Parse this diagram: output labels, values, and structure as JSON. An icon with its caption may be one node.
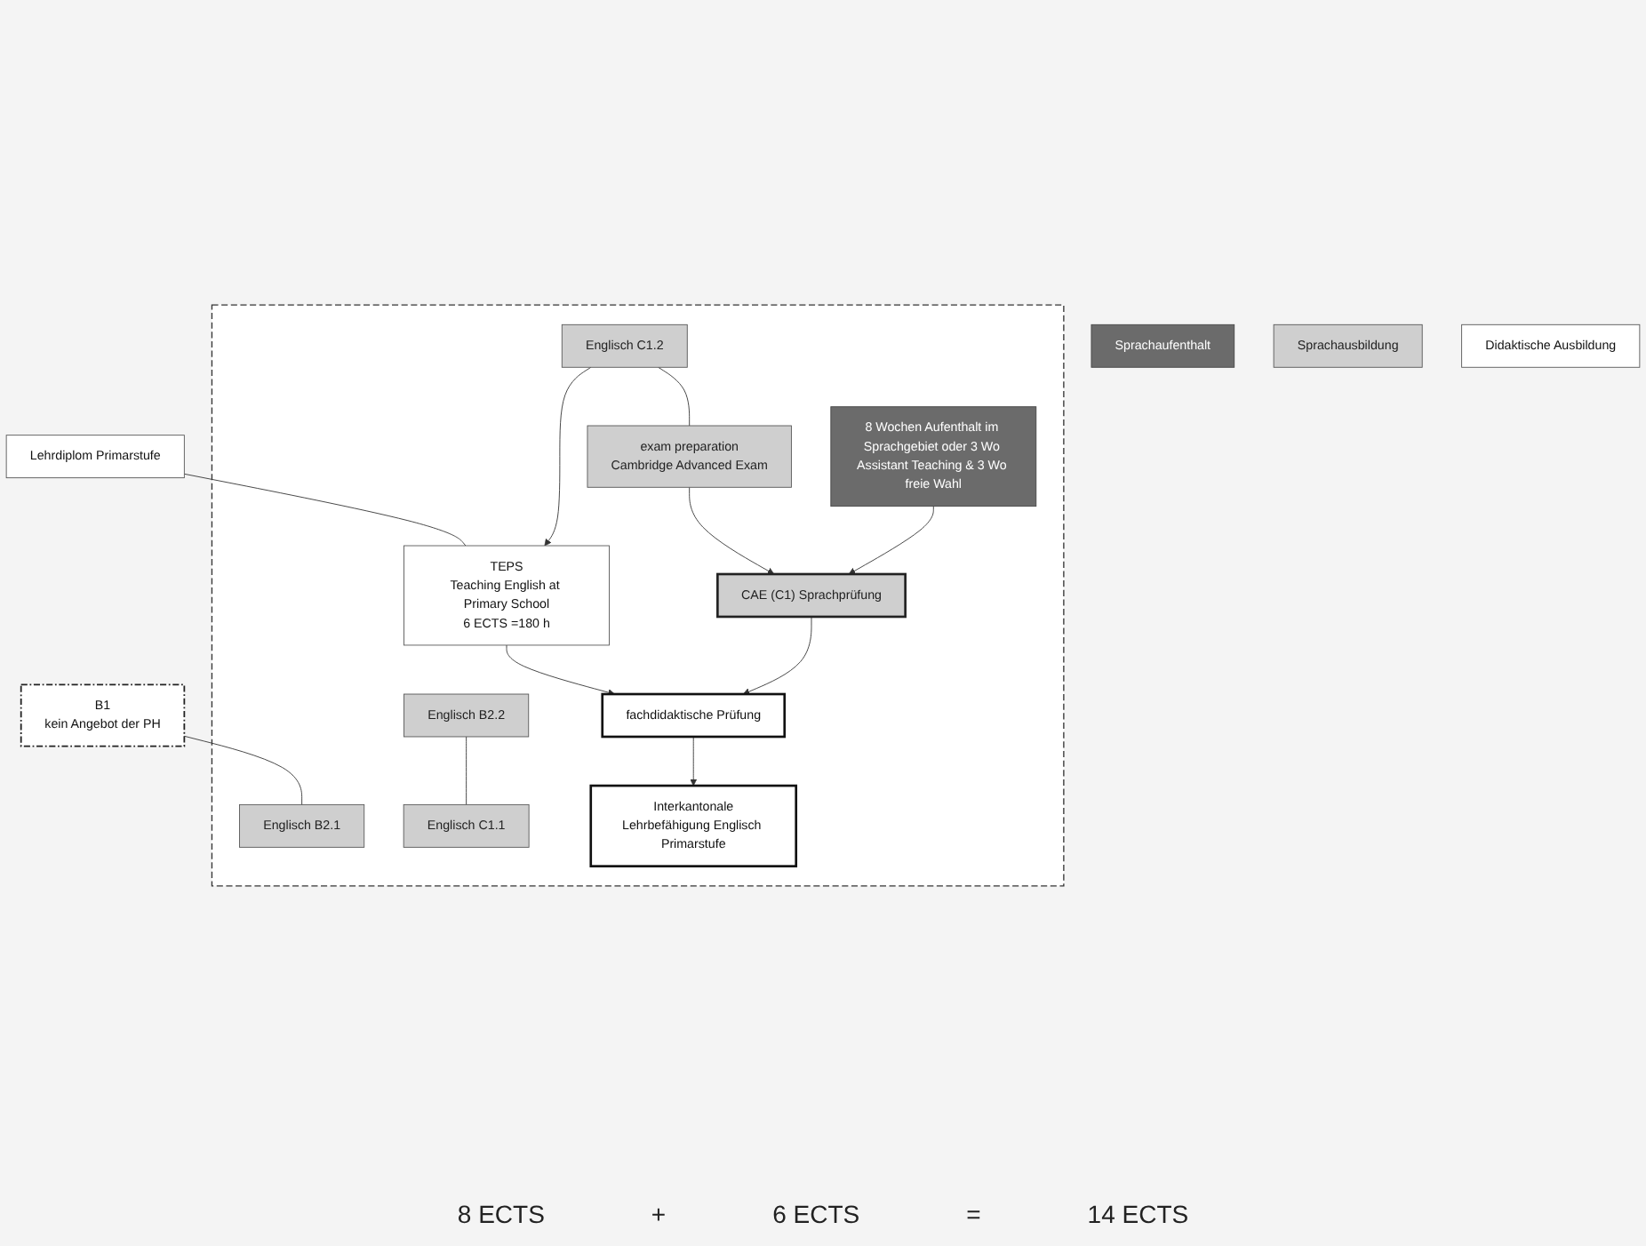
{
  "diagram": {
    "nodes": [
      {
        "text": [
          "Sprachaufenthalt"
        ]
      },
      {
        "text": [
          "Sprachausbildung"
        ]
      },
      {
        "text": [
          "Didaktische Ausbildung"
        ]
      },
      {
        "text": [
          "B1",
          "kein Angebot der PH"
        ]
      },
      {
        "text": [
          "Lehrdiplom Primarstufe"
        ]
      },
      {
        "text": [],
        "shape": "box"
      },
      {
        "text": [
          "8 Wochen Aufenthalt im Sprachgebiet oder 3 Wo Assistant Teaching & 3 Wo freie Wahl"
        ],
        "in": 5
      },
      {
        "text": [
          "Englisch B2.1"
        ],
        "in": 5
      },
      {
        "text": [
          "Englisch B2.2"
        ],
        "in": 5
      },
      {
        "text": [
          "Englisch C1.1"
        ],
        "in": 5
      },
      {
        "text": [
          "Englisch C1.2"
        ],
        "in": 5
      },
      {
        "text": [
          "TEPS",
          "Teaching English at Primary School",
          "6 ECTS =180 h"
        ],
        "in": 5
      },
      {
        "text": [
          "exam preparation",
          "Cambridge Advanced Exam"
        ],
        "in": 5
      },
      {
        "text": [
          "CAE (C1) Sprachprüfung"
        ],
        "in": 5
      },
      {
        "text": [
          "fachdidaktische Prüfung"
        ],
        "in": 5
      },
      {
        "text": [
          "Interkantonale",
          "Lehrbefähigung Englisch Primarstufe"
        ],
        "in": 5
      }
    ],
    "edges": [
      {
        "from": 3,
        "to": 7,
        "arrow": "none"
      },
      {
        "from": 4,
        "to": 11,
        "arrow": "none"
      },
      {
        "from": 8,
        "to": 9,
        "arrow": "none"
      },
      {
        "from": 10,
        "to": 12,
        "arrow": "none"
      },
      {
        "from": 10,
        "to": 11,
        "arrow": "to"
      },
      {
        "from": 12,
        "to": 13,
        "arrow": "to"
      },
      {
        "from": 11,
        "to": 14,
        "arrow": "to"
      },
      {
        "from": 6,
        "to": 13,
        "arrow": "to"
      },
      {
        "from": 13,
        "to": 14,
        "arrow": "to"
      },
      {
        "from": 14,
        "to": 15,
        "arrow": "to"
      }
    ],
    "labels": [
      "8 ECTS",
      "+",
      "6 ECTS",
      "=",
      "14 ECTS"
    ]
  }
}
